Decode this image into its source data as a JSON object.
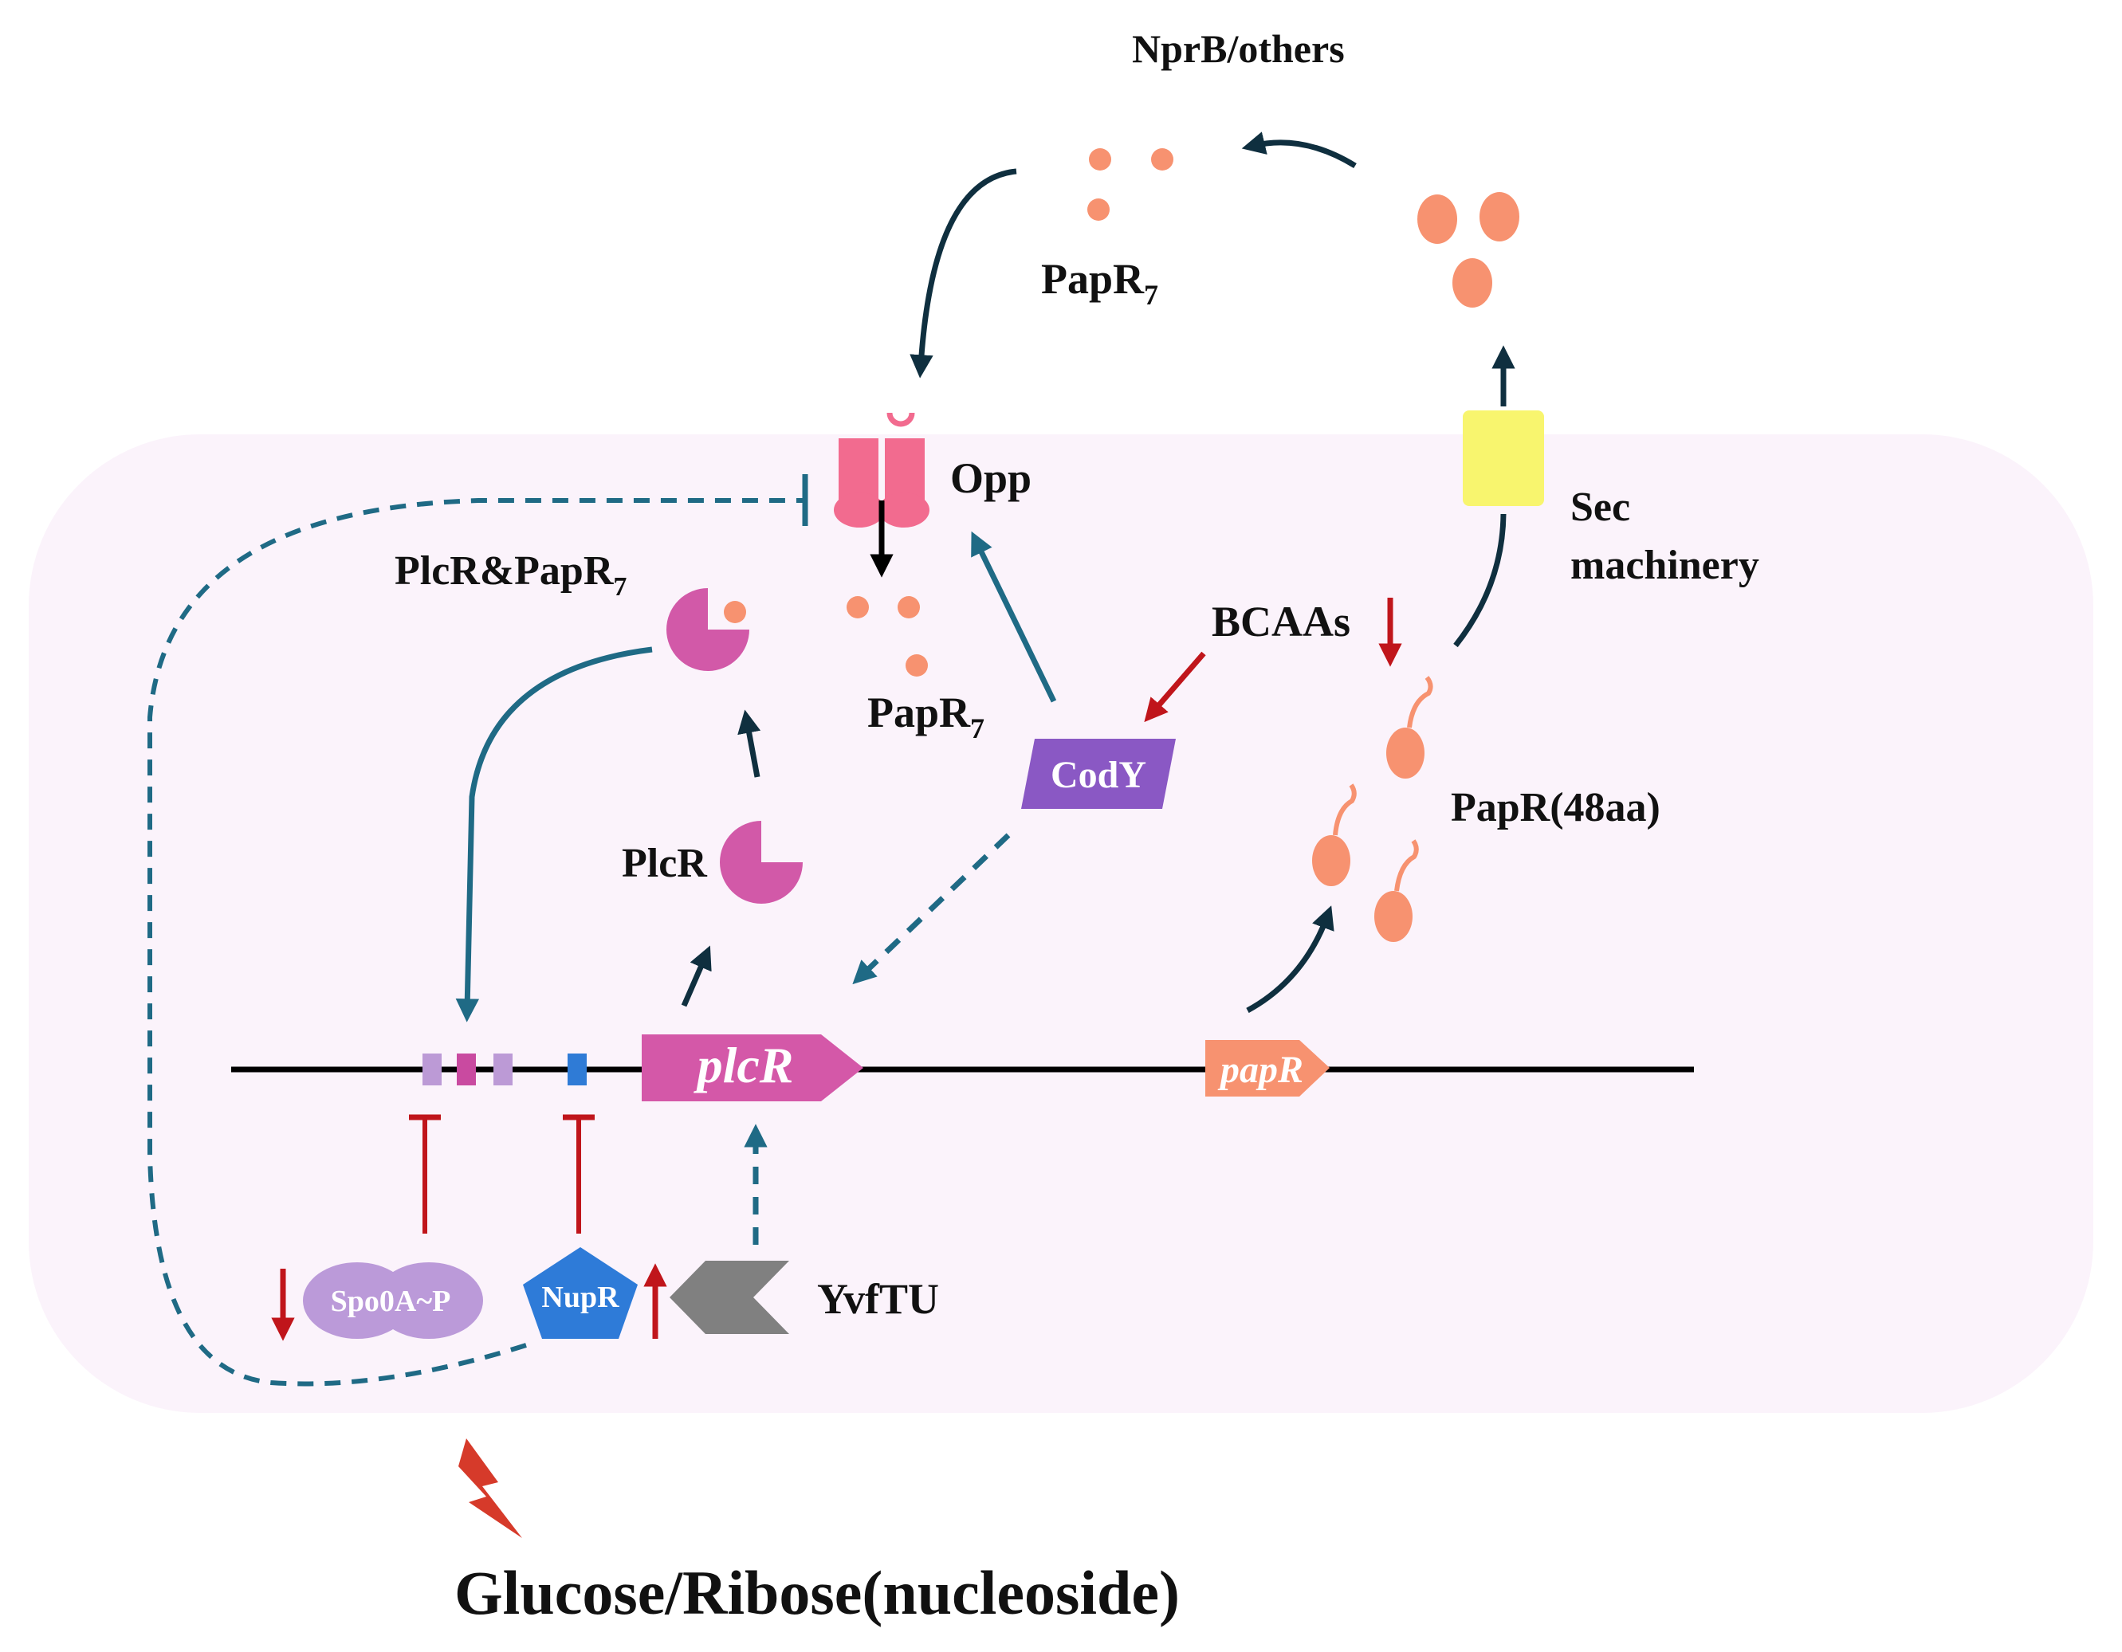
{
  "colors": {
    "cell_fill": "#fbf3fb",
    "dark_arrow": "#0f2f3f",
    "teal_arrow": "#1f6a85",
    "red": "#c0151b",
    "pink_protein": "#d259a8",
    "salmon": "#f79270",
    "opp": "#f26b8f",
    "sec": "#f8f56e",
    "cody": "#8a58c4",
    "spo0a": "#bb9ad9",
    "nupr": "#2e7bd8",
    "yvftu": "#808080",
    "box_light_purple": "#bc9ad6",
    "box_magenta": "#c94aa0",
    "box_blue": "#2f7bd6",
    "gene_plcr": "#d458a8",
    "gene_papr": "#f79270",
    "lightning": "#d63a2a"
  },
  "labels": {
    "nprb_others": "NprB/others",
    "papr7_top": "PapR",
    "papr7_top_sub": "7",
    "opp": "Opp",
    "sec_line1": "Sec",
    "sec_line2": "machinery",
    "plcr_papr7": "PlcR&PapR",
    "plcr_papr7_sub": "7",
    "papr7_mid": "PapR",
    "papr7_mid_sub": "7",
    "bcaas": "BCAAs",
    "cody": "CodY",
    "papr48": "PapR(48aa)",
    "plcr_protein": "PlcR",
    "gene_plcr": "plcR",
    "gene_papr": "papR",
    "spo0a": "Spo0A~P",
    "nupr": "NupR",
    "yvftu": "YvfTU",
    "glucose": "Glucose/Ribose(nucleoside)"
  },
  "icons": {
    "opp": "opp-transporter-icon",
    "sec": "sec-machinery-icon",
    "plcr": "plcr-pacman-icon",
    "lightning": "lightning-bolt-icon",
    "yvftu": "chevron-left-icon"
  }
}
